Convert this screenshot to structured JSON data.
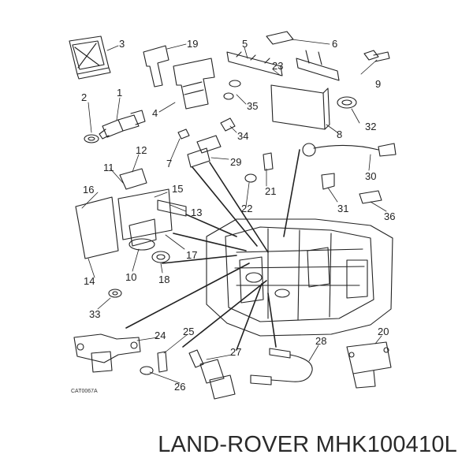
{
  "diagram": {
    "drawing_code": "CAT0067A",
    "callouts": [
      "1",
      "2",
      "3",
      "4",
      "5",
      "6",
      "7",
      "8",
      "9",
      "10",
      "11",
      "12",
      "13",
      "14",
      "15",
      "16",
      "17",
      "18",
      "19",
      "20",
      "21",
      "22",
      "23",
      "24",
      "25",
      "26",
      "27",
      "28",
      "29",
      "30",
      "31",
      "32",
      "33",
      "34",
      "35",
      "36"
    ]
  },
  "caption": {
    "text": "LAND-ROVER MHK100410L"
  }
}
